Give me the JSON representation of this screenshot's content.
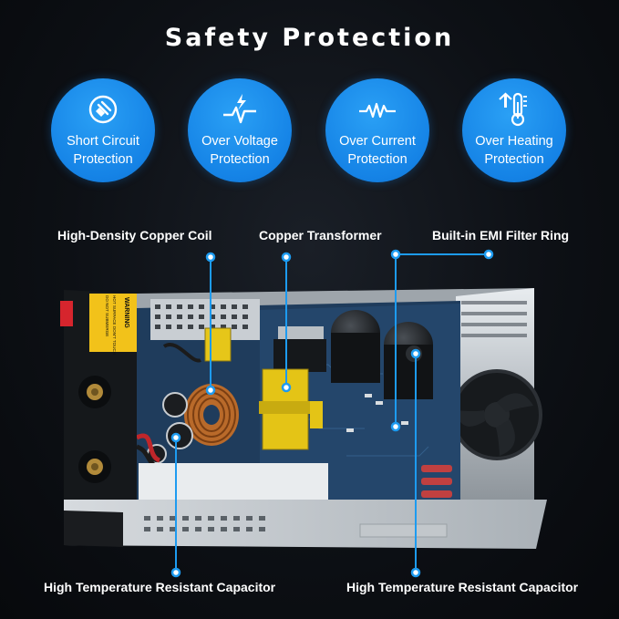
{
  "header": {
    "title": "Safety Protection"
  },
  "badges": [
    {
      "icon": "plug-icon",
      "line1": "Short Circuit",
      "line2": "Protection"
    },
    {
      "icon": "voltage-spike-icon",
      "line1": "Over Voltage",
      "line2": "Protection"
    },
    {
      "icon": "current-wave-icon",
      "line1": "Over Current",
      "line2": "Protection"
    },
    {
      "icon": "thermometer-icon",
      "line1": "Over Heating",
      "line2": "Protection"
    }
  ],
  "components": {
    "coil": "High-Density Copper Coil",
    "transformer": "Copper Transformer",
    "emi": "Built-in EMI Filter Ring",
    "capacitor_left": "High Temperature Resistant Capacitor",
    "capacitor_right": "High Temperature Resistant Capacitor"
  },
  "device": {
    "warning_title": "WARNING",
    "warning_line1": "HOT SURFACE DON'T TOUCH",
    "warning_line2": "DO NOT SUBMERGE"
  },
  "colors": {
    "accent": "#1583e6",
    "pointer": "#1d9bf0",
    "background": "#0d1015"
  }
}
